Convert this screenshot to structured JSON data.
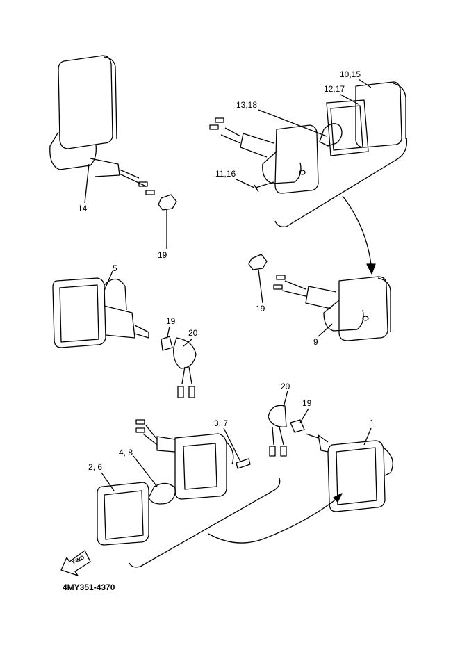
{
  "diagram": {
    "part_labels": [
      "10,15",
      "12,17",
      "13,18",
      "11,16",
      "14",
      "19",
      "5",
      "19",
      "9",
      "19",
      "20",
      "20",
      "19",
      "1",
      "3, 7",
      "4, 8",
      "2, 6"
    ],
    "fwd_label": "FWD",
    "drawing_code": "4MY351-4370"
  }
}
